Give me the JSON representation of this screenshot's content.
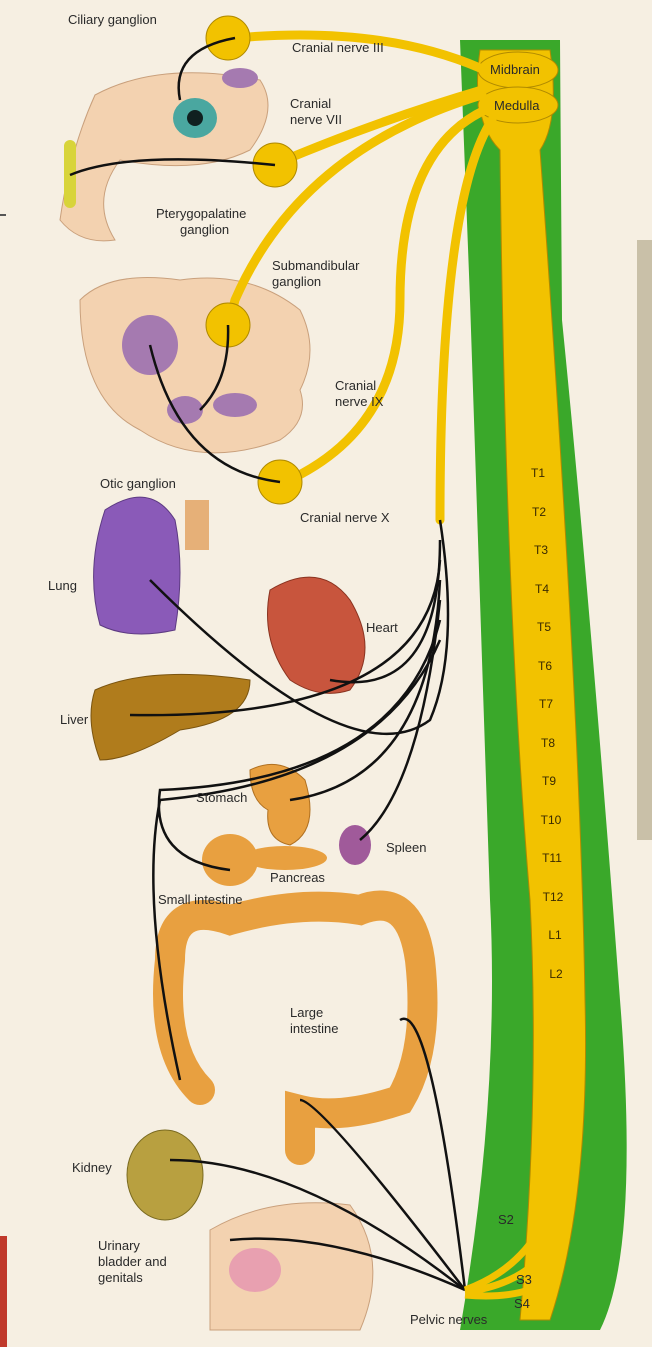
{
  "labels": {
    "ciliary_ganglion": "Ciliary ganglion",
    "cranial_nerve_iii": "Cranial nerve III",
    "midbrain": "Midbrain",
    "medulla": "Medulla",
    "cranial_nerve_vii_line1": "Cranial",
    "cranial_nerve_vii_line2": "nerve VII",
    "pterygopalatine_line1": "Pterygopalatine",
    "pterygopalatine_line2": "ganglion",
    "submandibular_line1": "Submandibular",
    "submandibular_line2": "ganglion",
    "cranial_nerve_ix_line1": "Cranial",
    "cranial_nerve_ix_line2": "nerve IX",
    "otic_ganglion": "Otic ganglion",
    "cranial_nerve_x": "Cranial nerve X",
    "lung": "Lung",
    "heart": "Heart",
    "liver": "Liver",
    "stomach": "Stomach",
    "spleen": "Spleen",
    "pancreas": "Pancreas",
    "small_intestine": "Small intestine",
    "large_intestine_line1": "Large",
    "large_intestine_line2": "intestine",
    "kidney": "Kidney",
    "bladder_line1": "Urinary",
    "bladder_line2": "bladder and",
    "bladder_line3": "genitals",
    "pelvic_nerves": "Pelvic nerves",
    "s2": "S2",
    "s3": "S3",
    "s4": "S4"
  },
  "spinal_segments": [
    "T1",
    "T2",
    "T3",
    "T4",
    "T5",
    "T6",
    "T7",
    "T8",
    "T9",
    "T10",
    "T11",
    "T12",
    "L1",
    "L2"
  ],
  "colors": {
    "spinal_green": "#3aa82a",
    "nerve_yellow": "#f2c200",
    "fiber_black": "#111111",
    "lung_purple": "#8a5ab8",
    "heart_red": "#c8553d",
    "liver_brown": "#b07c1c",
    "intestine_orange": "#e8a040",
    "skin": "#f3d2b0"
  }
}
